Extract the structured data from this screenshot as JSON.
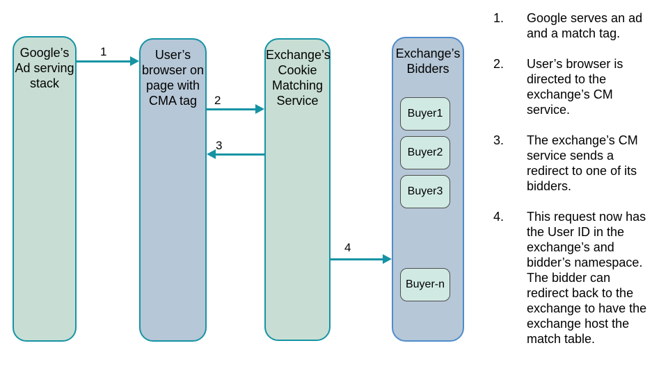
{
  "diagram": {
    "nodes": [
      {
        "id": "google-ad-stack",
        "title": "Google’s\nAd serving\nstack"
      },
      {
        "id": "user-browser",
        "title": "User’s\nbrowser on\npage with\nCMA tag"
      },
      {
        "id": "exchange-cm-service",
        "title": "Exchange’s\nCookie\nMatching\nService"
      },
      {
        "id": "exchange-bidders",
        "title": "Exchange’s\nBidders",
        "buyers": [
          "Buyer1",
          "Buyer2",
          "Buyer3",
          "Buyer-n"
        ]
      }
    ],
    "arrows": [
      {
        "label": "1"
      },
      {
        "label": "2"
      },
      {
        "label": "3"
      },
      {
        "label": "4"
      }
    ]
  },
  "steps": {
    "items": [
      {
        "num": "1.",
        "text": "Google serves an ad\nand a match tag."
      },
      {
        "num": "2.",
        "text": "User’s browser is\ndirected to the\nexchange’s CM\nservice."
      },
      {
        "num": "3.",
        "text": "The exchange’s CM\nservice sends a\nredirect to one of its\nbidders."
      },
      {
        "num": "4.",
        "text": "This request now has\nthe User ID in the\nexchange’s and\nbidder’s namespace.\nThe bidder can\nredirect back to the\nexchange to have the\nexchange host the\nmatch table."
      }
    ]
  },
  "colors": {
    "teal_border": "#1593A4",
    "arrow": "#1593A4",
    "green_fill": "#C8DED4",
    "blue_fill": "#B6C7D7",
    "bidders_border": "#4F8CCB",
    "buyer_fill": "#D0E9E3",
    "buyer_border": "#4D4D4D",
    "text": "#000000",
    "background": "#FFFFFF"
  }
}
